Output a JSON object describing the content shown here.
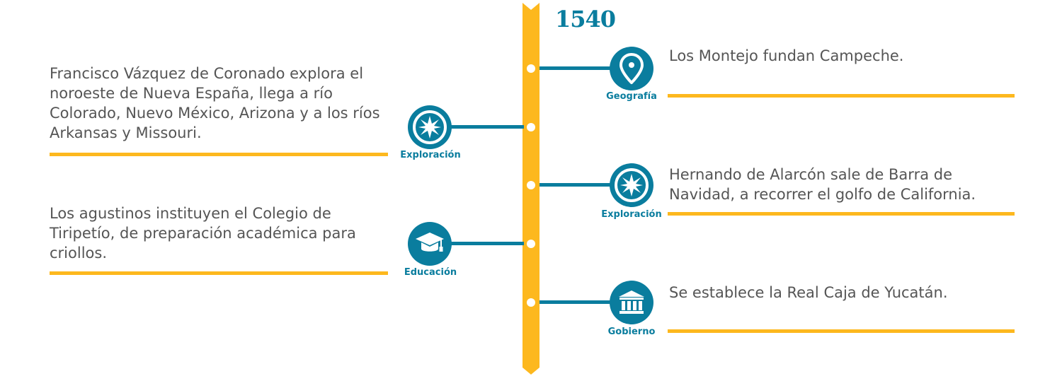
{
  "year": "1540",
  "events": [
    {
      "side": "right",
      "category": "Geografía",
      "icon": "map-pin-icon",
      "text": "Los Montejo fundan Campeche."
    },
    {
      "side": "left",
      "category": "Exploración",
      "icon": "compass-icon",
      "text": "Francisco Vázquez de Coronado explora el noroeste de Nueva España, llega a río Colorado, Nuevo México, Arizona y a los ríos Arkansas y Missouri."
    },
    {
      "side": "right",
      "category": "Exploración",
      "icon": "compass-icon",
      "text": "Hernando de Alarcón sale de Barra de Navidad, a recorrer el golfo de California."
    },
    {
      "side": "left",
      "category": "Educación",
      "icon": "graduation-cap-icon",
      "text": "Los agustinos instituyen el Colegio de Tiripetío, de preparación académica para criollos."
    },
    {
      "side": "right",
      "category": "Gobierno",
      "icon": "government-building-icon",
      "text": "Se establece la Real Caja de Yucatán."
    }
  ],
  "colors": {
    "accent": "#0a7d9e",
    "timeline": "#fdb81e",
    "text": "#555555"
  }
}
